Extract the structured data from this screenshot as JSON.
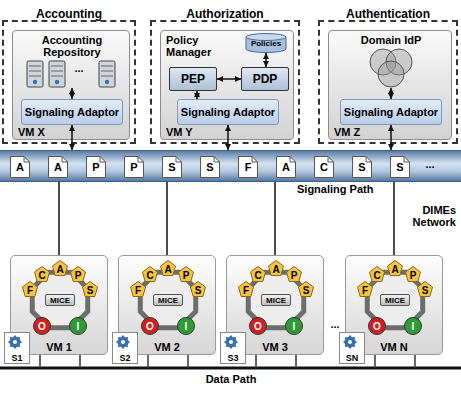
{
  "diagram": {
    "nodes": [
      {
        "text": [
          "Accounting"
        ]
      },
      {
        "text": [
          "VM X"
        ],
        "in": 0
      },
      {
        "text": [
          "Accounting Repository"
        ],
        "in": 1
      },
      {
        "text": [
          "Signaling Adaptor"
        ],
        "in": 1
      },
      {
        "text": [
          "Authorization"
        ]
      },
      {
        "text": [
          "Policy Manager",
          "VM Y"
        ],
        "in": 4
      },
      {
        "text": [
          "Policies"
        ],
        "in": 5
      },
      {
        "text": [
          "PEP"
        ],
        "in": 5
      },
      {
        "text": [
          "PDP"
        ],
        "in": 5
      },
      {
        "text": [
          "Signaling Adaptor"
        ],
        "in": 5
      },
      {
        "text": [
          "Authentication"
        ]
      },
      {
        "text": [
          "VM Z"
        ],
        "in": 10
      },
      {
        "text": [
          "Domain IdP"
        ],
        "in": 11
      },
      {
        "text": [
          "Signaling Adaptor"
        ],
        "in": 11
      },
      {
        "text": [
          "Signaling Path"
        ]
      },
      {
        "text": [
          "A"
        ],
        "in": 14
      },
      {
        "text": [
          "A"
        ],
        "in": 14
      },
      {
        "text": [
          "P"
        ],
        "in": 14
      },
      {
        "text": [
          "P"
        ],
        "in": 14
      },
      {
        "text": [
          "S"
        ],
        "in": 14
      },
      {
        "text": [
          "S"
        ],
        "in": 14
      },
      {
        "text": [
          "F"
        ],
        "in": 14
      },
      {
        "text": [
          "A"
        ],
        "in": 14
      },
      {
        "text": [
          "C"
        ],
        "in": 14
      },
      {
        "text": [
          "S"
        ],
        "in": 14
      },
      {
        "text": [
          "S"
        ],
        "in": 14
      },
      {
        "text": [
          "VM 1"
        ]
      },
      {
        "text": [
          "F"
        ],
        "in": 26
      },
      {
        "text": [
          "C"
        ],
        "in": 26
      },
      {
        "text": [
          "A"
        ],
        "in": 26
      },
      {
        "text": [
          "P"
        ],
        "in": 26
      },
      {
        "text": [
          "S"
        ],
        "in": 26
      },
      {
        "text": [
          "MICE"
        ],
        "in": 26
      },
      {
        "text": [
          "O"
        ],
        "in": 26
      },
      {
        "text": [
          "I"
        ],
        "in": 26
      },
      {
        "text": [
          "S1"
        ],
        "in": 26
      },
      {
        "text": [
          "VM 2"
        ]
      },
      {
        "text": [
          "F"
        ],
        "in": 36
      },
      {
        "text": [
          "C"
        ],
        "in": 36
      },
      {
        "text": [
          "A"
        ],
        "in": 36
      },
      {
        "text": [
          "P"
        ],
        "in": 36
      },
      {
        "text": [
          "S"
        ],
        "in": 36
      },
      {
        "text": [
          "MICE"
        ],
        "in": 36
      },
      {
        "text": [
          "O"
        ],
        "in": 36
      },
      {
        "text": [
          "I"
        ],
        "in": 36
      },
      {
        "text": [
          "S2"
        ],
        "in": 36
      },
      {
        "text": [
          "VM 3"
        ]
      },
      {
        "text": [
          "F"
        ],
        "in": 46
      },
      {
        "text": [
          "C"
        ],
        "in": 46
      },
      {
        "text": [
          "A"
        ],
        "in": 46
      },
      {
        "text": [
          "P"
        ],
        "in": 46
      },
      {
        "text": [
          "S"
        ],
        "in": 46
      },
      {
        "text": [
          "MICE"
        ],
        "in": 46
      },
      {
        "text": [
          "O"
        ],
        "in": 46
      },
      {
        "text": [
          "I"
        ],
        "in": 46
      },
      {
        "text": [
          "S3"
        ],
        "in": 46
      },
      {
        "text": [
          "VM N"
        ]
      },
      {
        "text": [
          "F"
        ],
        "in": 56
      },
      {
        "text": [
          "C"
        ],
        "in": 56
      },
      {
        "text": [
          "A"
        ],
        "in": 56
      },
      {
        "text": [
          "P"
        ],
        "in": 56
      },
      {
        "text": [
          "S"
        ],
        "in": 56
      },
      {
        "text": [
          "MICE"
        ],
        "in": 56
      },
      {
        "text": [
          "O"
        ],
        "in": 56
      },
      {
        "text": [
          "I"
        ],
        "in": 56
      },
      {
        "text": [
          "SN"
        ],
        "in": 56
      }
    ],
    "edges": [
      {
        "from": 3,
        "to": 2,
        "arrow": "both"
      },
      {
        "from": 3,
        "to": 14,
        "arrow": "both"
      },
      {
        "from": 7,
        "to": 8,
        "arrow": "both"
      },
      {
        "from": 6,
        "to": 8,
        "arrow": "both"
      },
      {
        "from": 9,
        "to": 7,
        "arrow": "both"
      },
      {
        "from": 9,
        "to": 14,
        "arrow": "both"
      },
      {
        "from": 13,
        "to": 12,
        "arrow": "both"
      },
      {
        "from": 13,
        "to": 14,
        "arrow": "both"
      },
      {
        "from": 14,
        "to": 26,
        "arrow": "none"
      },
      {
        "from": 14,
        "to": 36,
        "arrow": "none"
      },
      {
        "from": 14,
        "to": 46,
        "arrow": "none"
      },
      {
        "from": 14,
        "to": 56,
        "arrow": "none"
      }
    ],
    "labels": [
      "...",
      "...",
      "DIMEs Network",
      "...",
      "Data Path"
    ]
  }
}
